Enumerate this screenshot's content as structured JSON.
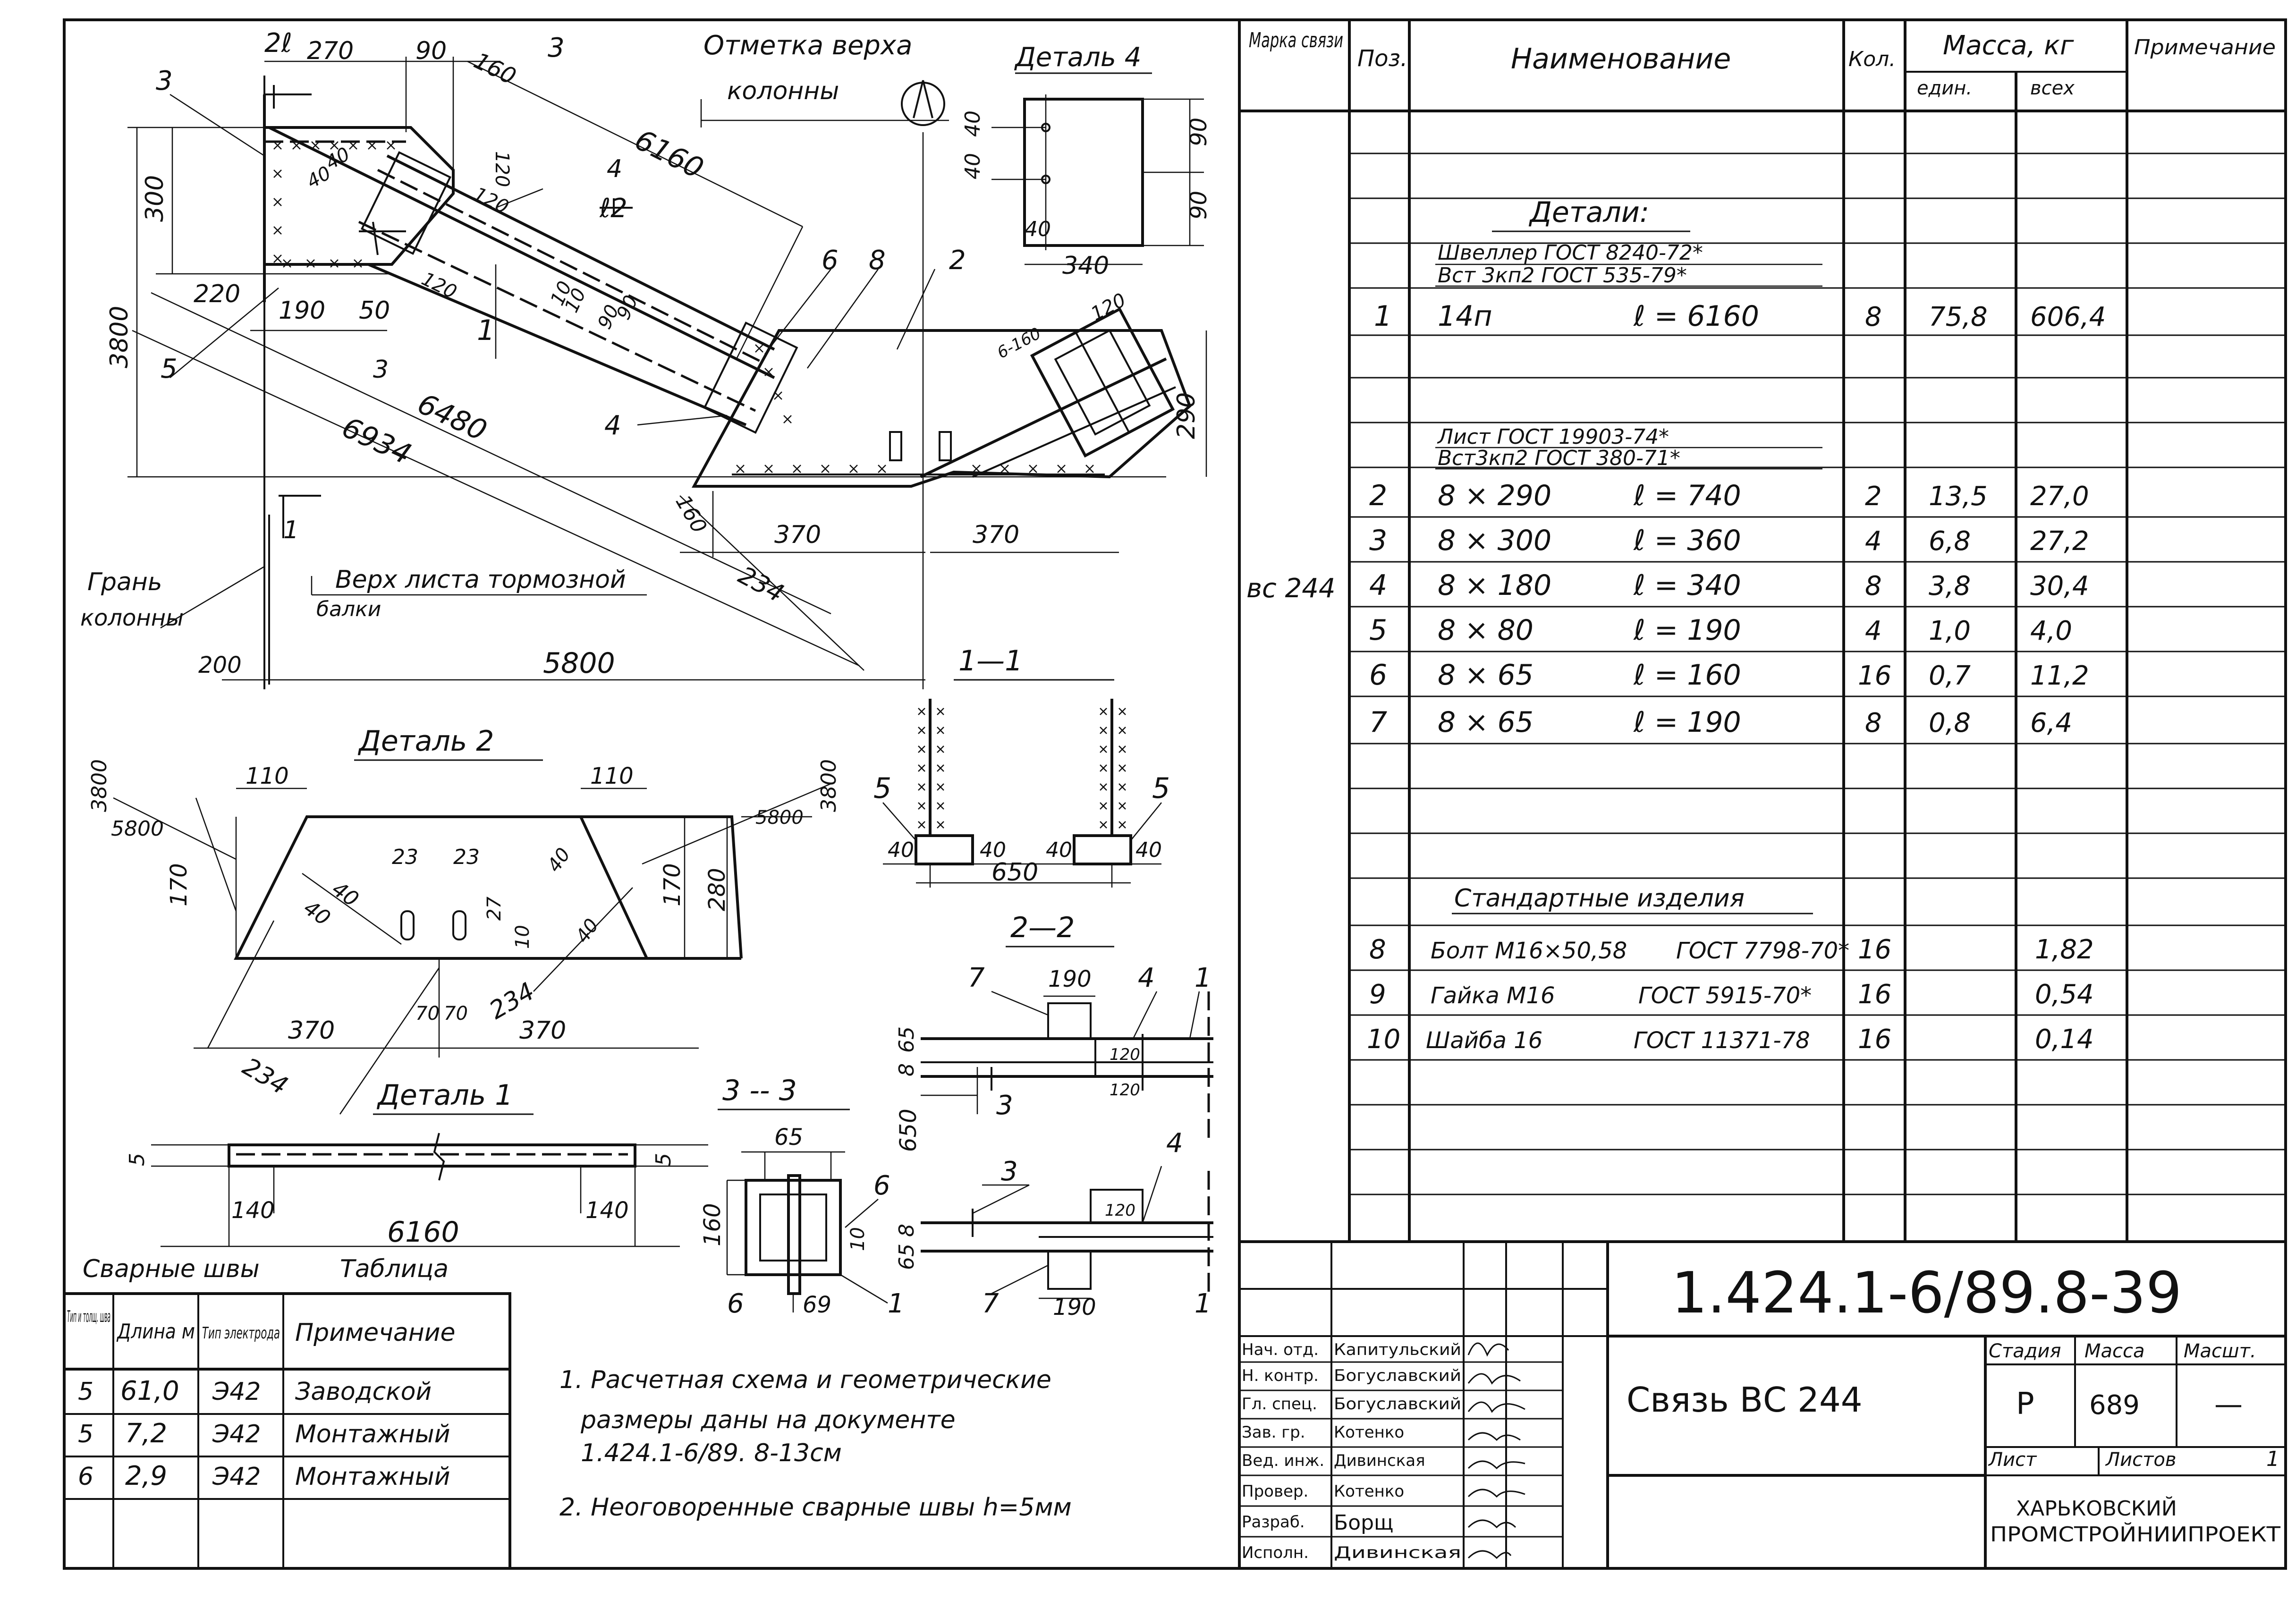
{
  "drawing": {
    "top_dims": {
      "d2": "2ℓ",
      "d270": "270",
      "d90": "90",
      "d160": "160",
      "sec3": "3",
      "d3": "3",
      "d120a": "120",
      "d120b": "120",
      "d120c": "120",
      "d40a": "40",
      "d40b": "40",
      "d4": "4",
      "d12": "ℓ2",
      "d6160": "6160",
      "d300": "300",
      "d220": "220",
      "d190": "190",
      "d50": "50",
      "d3800": "3800",
      "d5": "5",
      "d1": "1",
      "d6480": "6480",
      "d6934": "6934",
      "d6": "6",
      "d8": "8",
      "d2b": "2",
      "d10a": "10",
      "d10b": "10",
      "d90a": "90",
      "d90b": "90",
      "d4b": "4",
      "d160b": "160",
      "d370a": "370",
      "d370b": "370",
      "d234": "234",
      "d5800": "5800",
      "d200": "200",
      "d290": "290",
      "d6160b": "6-160",
      "d120d": "120",
      "sec3b": "3",
      "sec1": "1"
    },
    "column_top_label": "Отметка верха",
    "column_top_label2": "колонны",
    "detail4_title": "Деталь 4",
    "detail4_dims": {
      "d90a": "90",
      "d90b": "90",
      "d40a": "40",
      "d40b": "40",
      "d40c": "40",
      "d340": "340"
    },
    "face_label": "Грань",
    "face_label2": "колонны",
    "brake_label": "Верх листа тормозной",
    "brake_label2": "балки",
    "detail2_title": "Деталь 2",
    "detail2_dims": {
      "d110a": "110",
      "d110b": "110",
      "d3800a": "3800",
      "d5800a": "5800",
      "d3800b": "3800",
      "d5800b": "5800",
      "d170a": "170",
      "d170b": "170",
      "d23a": "23",
      "d23b": "23",
      "d40a": "40",
      "d40b": "40",
      "d27": "27",
      "d40c": "40",
      "d10": "10",
      "d40d": "40",
      "d280": "280",
      "d370a": "370",
      "d370b": "370",
      "d70a": "70",
      "d70b": "70",
      "d234a": "234",
      "d234b": "234"
    },
    "detail1_title": "Деталь 1",
    "detail1_dims": {
      "d5a": "5",
      "d5b": "5",
      "d140a": "140",
      "d140b": "140",
      "d6160": "6160"
    },
    "sec11_title": "1—1",
    "sec11_dims": {
      "d5a": "5",
      "d5b": "5",
      "d40a": "40",
      "d40b": "40",
      "d40c": "40",
      "d40d": "40",
      "d650": "650"
    },
    "sec22_title": "2—2",
    "sec22_dims": {
      "d7": "7",
      "d190": "190",
      "d4": "4",
      "d1": "1",
      "d65": "65",
      "d8": "8",
      "d120a": "120",
      "d120b": "120",
      "d3": "3",
      "d650": "650",
      "d4b": "4",
      "d3b": "3",
      "d8b": "8",
      "d65b": "65",
      "d120c": "120",
      "d7b": "7",
      "d190b": "190",
      "d1b": "1"
    },
    "sec33_title": "3 -- 3",
    "sec33_dims": {
      "d65": "65",
      "d6": "6",
      "d160": "160",
      "d10": "10",
      "d6b": "6",
      "d69": "69",
      "d1": "1"
    }
  },
  "weld_table": {
    "title": "Сварные швы",
    "subtitle": "Таблица",
    "headers": [
      "Тип и толщ. шва",
      "Длина м",
      "Тип электрода",
      "Примечание"
    ],
    "rows": [
      [
        "5",
        "61,0",
        "Э42",
        "Заводской"
      ],
      [
        "5",
        "7,2",
        "Э42",
        "Монтажный"
      ],
      [
        "6",
        "2,9",
        "Э42",
        "Монтажный"
      ]
    ]
  },
  "notes": [
    "1. Расчетная схема и геометрические",
    "размеры даны на документе",
    "1.424.1-6/89. 8-13см",
    "2. Неоговоренные сварные швы h=5мм"
  ],
  "spec": {
    "headers": {
      "mark": "Марка связи",
      "pos": "Поз.",
      "name": "Наименование",
      "qty": "Кол.",
      "mass": "Масса, кг",
      "unit": "един.",
      "all": "всех",
      "note": "Примечание"
    },
    "mark_value": "вс 244",
    "section_details": "Детали:",
    "channel_line1": "Швеллер   ГОСТ 8240-72*",
    "channel_line2": "Вст 3кп2   ГОСТ 535-79*",
    "sheet_line1": "Лист          ГОСТ 19903-74*",
    "sheet_line2": "Вст3кп2   ГОСТ 380-71*",
    "section_std": "Стандартные изделия",
    "rows": [
      {
        "pos": "1",
        "name": "14п",
        "len": "ℓ = 6160",
        "qty": "8",
        "unit": "75,8",
        "all": "606,4"
      },
      {
        "pos": "2",
        "name": "8 × 290",
        "len": "ℓ = 740",
        "qty": "2",
        "unit": "13,5",
        "all": "27,0"
      },
      {
        "pos": "3",
        "name": "8 × 300",
        "len": "ℓ = 360",
        "qty": "4",
        "unit": "6,8",
        "all": "27,2"
      },
      {
        "pos": "4",
        "name": "8 × 180",
        "len": "ℓ = 340",
        "qty": "8",
        "unit": "3,8",
        "all": "30,4"
      },
      {
        "pos": "5",
        "name": "8 × 80",
        "len": "ℓ = 190",
        "qty": "4",
        "unit": "1,0",
        "all": "4,0"
      },
      {
        "pos": "6",
        "name": "8 × 65",
        "len": "ℓ = 160",
        "qty": "16",
        "unit": "0,7",
        "all": "11,2"
      },
      {
        "pos": "7",
        "name": "8 × 65",
        "len": "ℓ = 190",
        "qty": "8",
        "unit": "0,8",
        "all": "6,4"
      },
      {
        "pos": "8",
        "name": "Болт М16×50,58",
        "len": "ГОСТ 7798-70*",
        "qty": "16",
        "unit": "",
        "all": "1,82"
      },
      {
        "pos": "9",
        "name": "Гайка М16",
        "len": "ГОСТ 5915-70*",
        "qty": "16",
        "unit": "",
        "all": "0,54"
      },
      {
        "pos": "10",
        "name": "Шайба 16",
        "len": "ГОСТ 11371-78",
        "qty": "16",
        "unit": "",
        "all": "0,14"
      }
    ]
  },
  "title_block": {
    "doc_number": "1.424.1-6/89.8-39",
    "title": "Связь ВС 244",
    "stage_label": "Стадия",
    "mass_label": "Масса",
    "scale_label": "Масшт.",
    "stage": "Р",
    "mass": "689",
    "scale": "—",
    "sheet_label": "Лист",
    "sheets_label": "Листов",
    "sheets": "1",
    "org1": "ХАРЬКОВСКИЙ",
    "org2": "ПРОМСТРОЙНИИПРОЕКТ",
    "people": [
      {
        "role": "Нач. отд.",
        "name": "Капитульский"
      },
      {
        "role": "Н. контр.",
        "name": "Богуславский"
      },
      {
        "role": "Гл. спец.",
        "name": "Богуславский"
      },
      {
        "role": "Зав. гр.",
        "name": "Котенко"
      },
      {
        "role": "Вед. инж.",
        "name": "Дивинская"
      },
      {
        "role": "Провер.",
        "name": "Котенко"
      },
      {
        "role": "Разраб.",
        "name": "Борщ"
      },
      {
        "role": "Исполн.",
        "name": "Дивинская"
      }
    ]
  }
}
